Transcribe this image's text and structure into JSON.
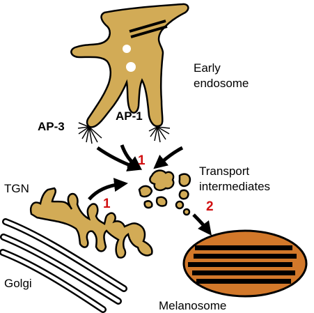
{
  "colors": {
    "membrane_fill": "#d2ab56",
    "outline": "#000000",
    "melanosome_fill": "#d2782a",
    "step_number": "#d10f10"
  },
  "labels": {
    "early_endosome_line1": "Early",
    "early_endosome_line2": "endosome",
    "ap3": "AP-3",
    "ap1": "AP-1",
    "tgn": "TGN",
    "transport_line1": "Transport",
    "transport_line2": "intermediates",
    "golgi": "Golgi",
    "melanosome": "Melanosome"
  },
  "steps": {
    "step_endosome": "1",
    "step_tgn": "1",
    "step_melanosome": "2"
  },
  "icons": [
    "curved-arrow-icon",
    "clathrin-coat-icon"
  ]
}
